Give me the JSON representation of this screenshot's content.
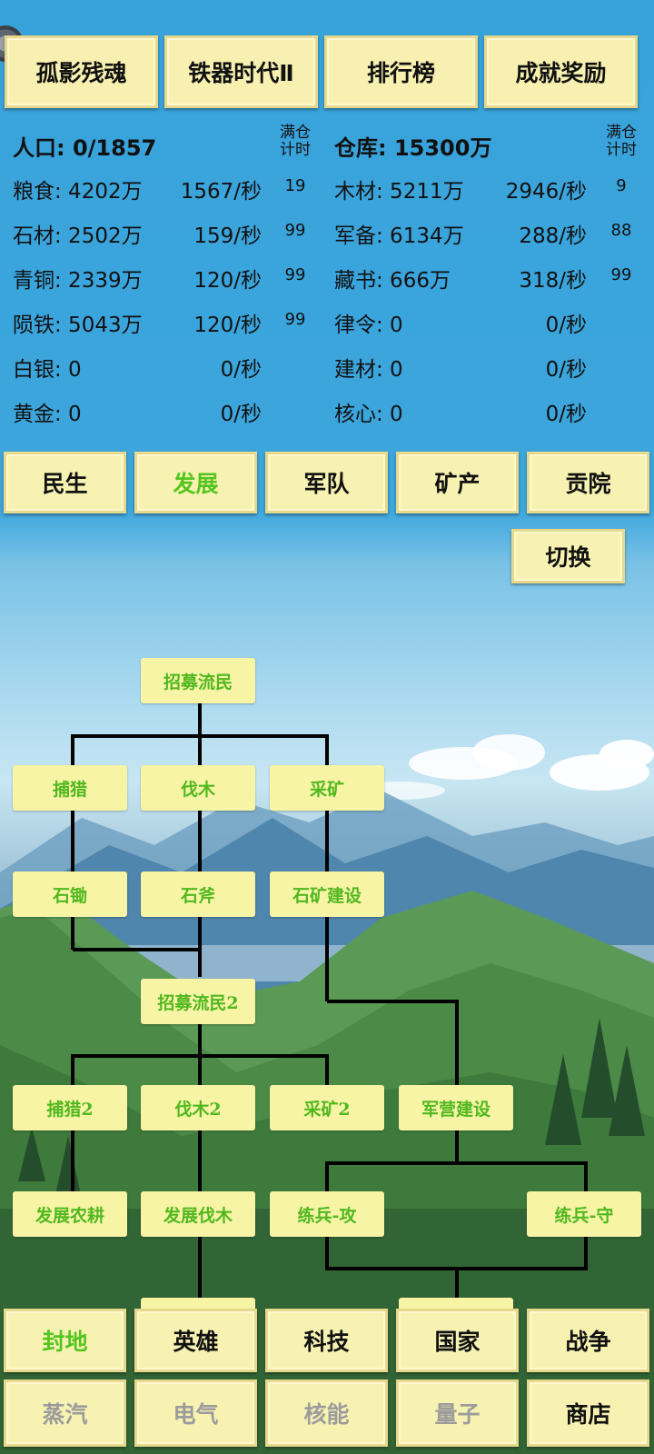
{
  "top_buttons": [
    "孤影残魂",
    "铁器时代Ⅱ",
    "排行榜",
    "成就奖励"
  ],
  "left_panel": {
    "header": "人口: 0/1857",
    "timer_header": [
      "满仓",
      "计时"
    ],
    "rows": [
      {
        "label": "粮食: 4202万",
        "rate": "1567/秒",
        "timer": "19"
      },
      {
        "label": "石材: 2502万",
        "rate": "159/秒",
        "timer": "99"
      },
      {
        "label": "青铜: 2339万",
        "rate": "120/秒",
        "timer": "99"
      },
      {
        "label": "陨铁: 5043万",
        "rate": "120/秒",
        "timer": "99"
      },
      {
        "label": "白银: 0",
        "rate": "0/秒",
        "timer": ""
      },
      {
        "label": "黄金: 0",
        "rate": "0/秒",
        "timer": ""
      }
    ]
  },
  "right_panel": {
    "header": "仓库: 15300万",
    "timer_header": [
      "满仓",
      "计时"
    ],
    "rows": [
      {
        "label": "木材: 5211万",
        "rate": "2946/秒",
        "timer": "9"
      },
      {
        "label": "军备: 6134万",
        "rate": "288/秒",
        "timer": "88"
      },
      {
        "label": "藏书: 666万",
        "rate": "318/秒",
        "timer": "99"
      },
      {
        "label": "律令: 0",
        "rate": "0/秒",
        "timer": ""
      },
      {
        "label": "建材: 0",
        "rate": "0/秒",
        "timer": ""
      },
      {
        "label": "核心: 0",
        "rate": "0/秒",
        "timer": ""
      }
    ]
  },
  "category_tabs": [
    {
      "label": "民生",
      "active": false
    },
    {
      "label": "发展",
      "active": true
    },
    {
      "label": "军队",
      "active": false
    },
    {
      "label": "矿产",
      "active": false
    },
    {
      "label": "贡院",
      "active": false
    }
  ],
  "switch_button": "切换",
  "tech_nodes": [
    "招募流民",
    "捕猎",
    "伐木",
    "采矿",
    "石锄",
    "石斧",
    "石矿建设",
    "招募流民2",
    "捕猎2",
    "伐木2",
    "采矿2",
    "军营建设",
    "发展农耕",
    "发展伐木",
    "练兵-攻",
    "练兵-守"
  ],
  "bottom_nav_row1": [
    {
      "label": "封地",
      "active": true
    },
    {
      "label": "英雄",
      "active": false
    },
    {
      "label": "科技",
      "active": false
    },
    {
      "label": "国家",
      "active": false
    },
    {
      "label": "战争",
      "active": false
    }
  ],
  "bottom_nav_row2": [
    {
      "label": "蒸汽",
      "enabled": false
    },
    {
      "label": "电气",
      "enabled": false
    },
    {
      "label": "核能",
      "enabled": false
    },
    {
      "label": "量子",
      "enabled": false
    },
    {
      "label": "商店",
      "enabled": true
    }
  ],
  "colors": {
    "active_text": "#54c51f",
    "button_bg": "#f8f2b2",
    "node_bg": "#f7f4a6",
    "sky": "#3ca6dd"
  }
}
